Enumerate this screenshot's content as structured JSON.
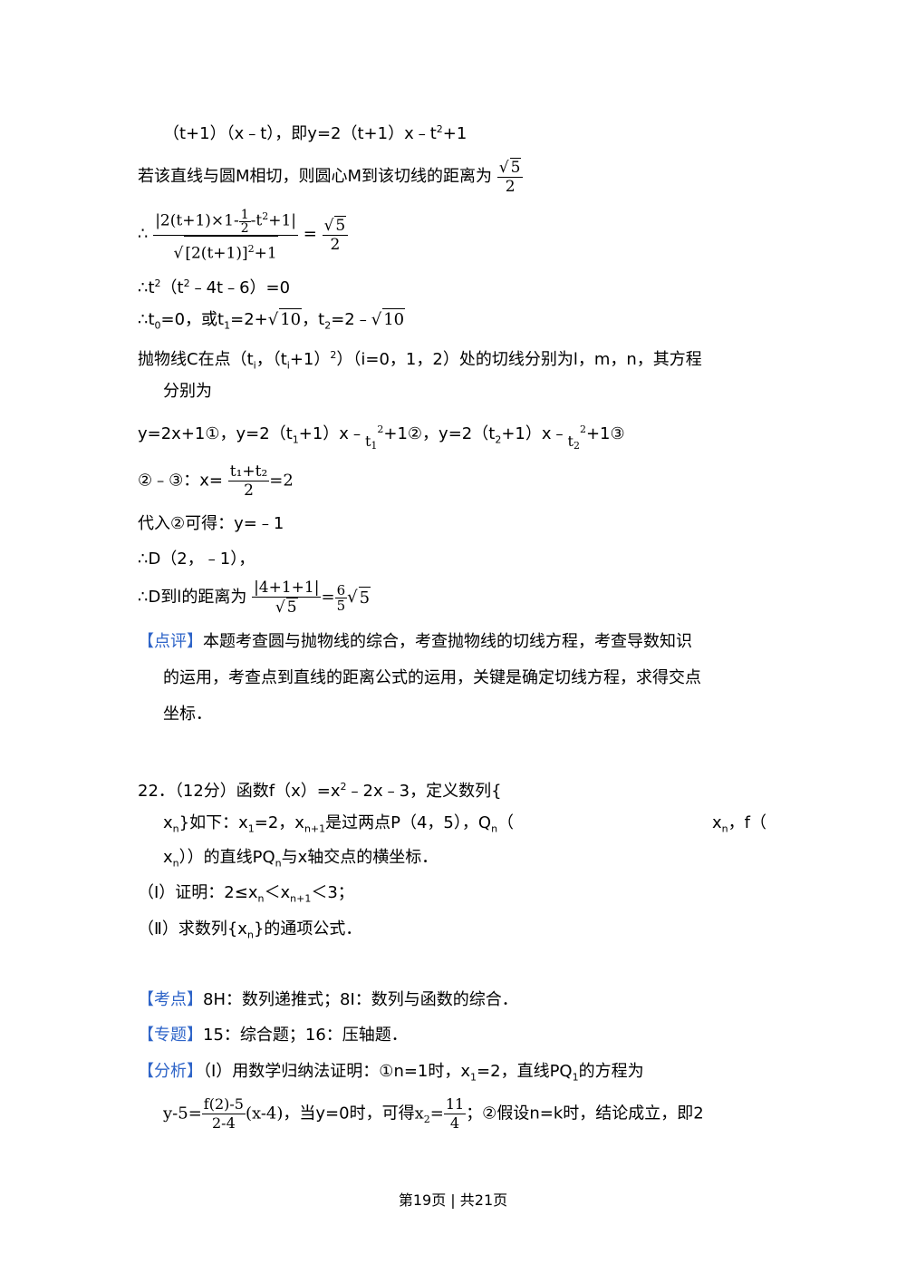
{
  "lines": {
    "l1": "（t+1）（x﹣t），即y=2（t+1）x﹣t",
    "l1b": "+1",
    "l2": "若该直线与圆M相切，则圆心M到该切线的距离为",
    "l3_prefix": "∴",
    "l3_num": "|2(t+1)×1-",
    "l3_num_half_n": "1",
    "l3_num_half_d": "2",
    "l3_num_tail": "-t",
    "l3_num_tail2": "+1|",
    "l3_den": "[2(t+1)]",
    "l3_den2": "+1",
    "l3_eq": "=",
    "l4": "∴t",
    "l4b": "（t",
    "l4c": "﹣4t﹣6）=0",
    "l5": "∴t",
    "l5b": "=0，或t",
    "l5c": "=2+",
    "l5d": "，t",
    "l5e": "=2﹣",
    "l6": "抛物线C在点（t",
    "l6b": "，（t",
    "l6c": "+1）",
    "l6d": "）（i=0，1，2）处的切线分别为l，m，n，其方程",
    "l7": "分别为",
    "l8a": "y=2x+1①，y=2（t",
    "l8b": "+1）x﹣",
    "l8c": "+1②，y=2（t",
    "l8d": "+1）x﹣",
    "l8e": "+1③",
    "l9a": "②﹣③：x=",
    "l9b": "=2",
    "l10": "代入②可得：y=﹣1",
    "l11": "∴D（2，﹣1），",
    "l12a": "∴D到l的距离为",
    "l12num": "|4+1+1|",
    "l12eq": "=",
    "l13_tag": "【点评】",
    "l13": "本题考查圆与抛物线的综合，考查抛物线的切线方程，考查导数知识",
    "l14": "的运用，考查点到直线的距离公式的运用，关键是确定切线方程，求得交点",
    "l15": "坐标．",
    "q22a": "22．（12分）函数f（x）=x",
    "q22b": "﹣2x﹣3，定义数列{",
    "q22c1": "x",
    "q22c2": "}如下：x",
    "q22c3": "=2，x",
    "q22c4": "是过两点P（4，5），Q",
    "q22c5": "（",
    "q22c6": "x",
    "q22c7": "，f（",
    "q22d1": "x",
    "q22d2": "））的直线PQ",
    "q22d3": "与x轴交点的横坐标．",
    "q22e1": "（Ⅰ）证明：2≤x",
    "q22e2": "＜x",
    "q22e3": "＜3；",
    "q22f1": "（Ⅱ）求数列{x",
    "q22f2": "}的通项公式．",
    "kd_tag": "【考点】",
    "kd": "8H：数列递推式；8I：数列与函数的综合．",
    "zt_tag": "【专题】",
    "zt": "15：综合题；16：压轴题．",
    "fx_tag": "【分析】",
    "fx1": "（Ⅰ）用数学归纳法证明：①n=1时，x",
    "fx1b": "=2，直线PQ",
    "fx1c": "的方程为",
    "fx2a": "y-5=",
    "fx2num": "f(2)-5",
    "fx2den": "2-4",
    "fx2b": "(x-4)",
    "fx2c": "，当y=0时，可得",
    "fx2d": "x",
    "fx2e": "=",
    "fx2f": "；②假设n=k时，结论成立，即2"
  },
  "sym": {
    "two": "2",
    "zero": "0",
    "one": "1",
    "i": "i",
    "n": "n",
    "n1": "n+1",
    "sqrt5": "5",
    "sqrt10": "10",
    "six": "6",
    "eleven": "11",
    "four": "4",
    "t1": "t",
    "t2": "t",
    "t1t2num": "t₁+t₂"
  },
  "footer": "第19页 | 共21页"
}
